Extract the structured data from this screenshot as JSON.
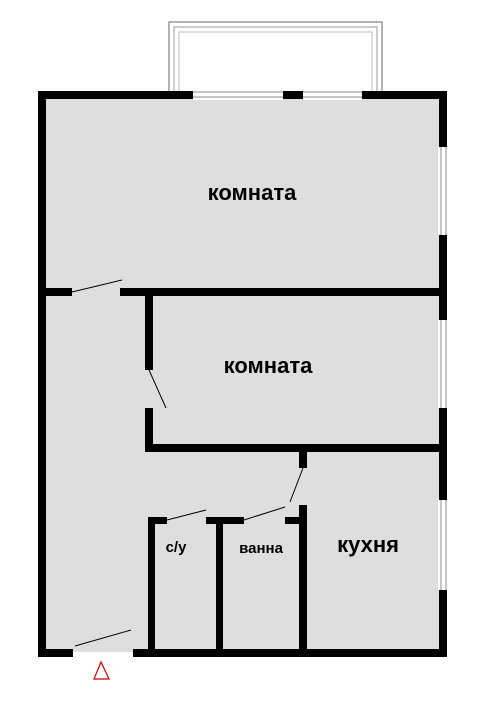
{
  "plan": {
    "colors": {
      "floor": "#dedede",
      "wall": "#000000",
      "window": "#ffffff",
      "door_leaf": "#000000",
      "balcony": "#9a9a9a",
      "entrance_marker": "#cc0000"
    },
    "rooms": {
      "room1": {
        "label": "комната"
      },
      "room2": {
        "label": "комната"
      },
      "kitchen": {
        "label": "кухня"
      },
      "wc": {
        "label": "с/у"
      },
      "bath": {
        "label": "ванна"
      }
    },
    "entrance_icon": "entrance-triangle-icon"
  }
}
